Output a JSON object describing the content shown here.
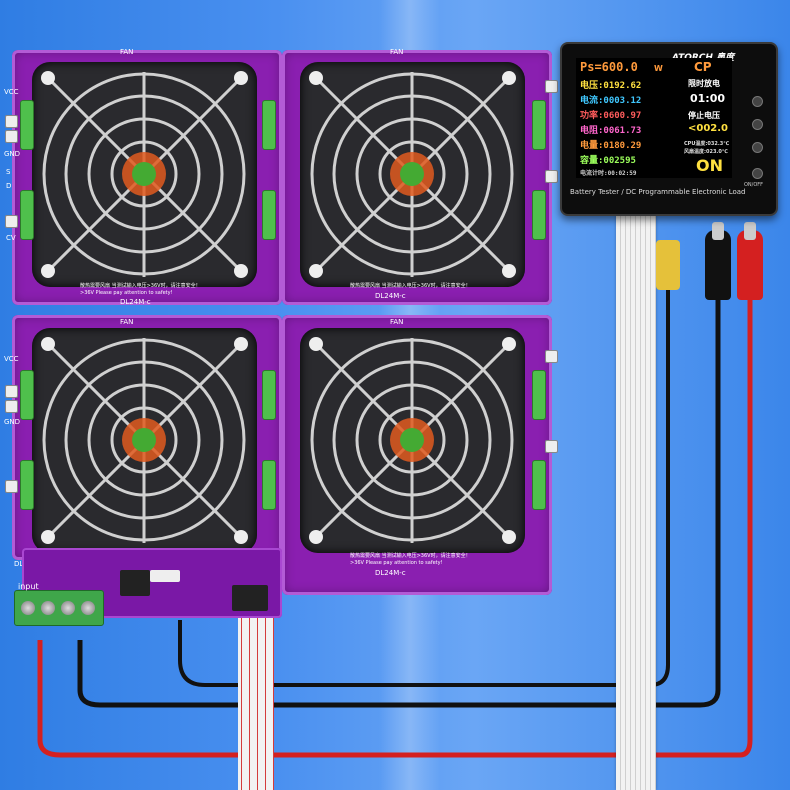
{
  "scene": {
    "title": "DC Electronic Load Modules with Meter"
  },
  "meter": {
    "brand": "ATORCH 奥度",
    "ps": "Ps=600.0",
    "ps_unit": "W",
    "mode": "CP",
    "voltage": "电压:0192.62",
    "current": "电流:0003.12",
    "power": "功率:0600.97",
    "resistance": "电阻:0061.73",
    "energy": "电量:0180.29",
    "capacity": "容量:002595",
    "timer_label": "限时放电",
    "timer_value": "01:00",
    "cutoff_label": "停止电压",
    "cutoff_value": "<002.0",
    "cpu_temp": "CPU温度:032.3℃",
    "fan_temp": "风扇温度:023.0℃",
    "state": "ON",
    "runtime": "电流计时:00:02:59",
    "caption": "Battery Tester / DC Programmable Electronic Load",
    "onoff_label": "ON/OFF"
  },
  "boards": {
    "label": "DL24M-c",
    "warning": "散热需要风扇 当测试输入电压>36V时，请注意安全！",
    "warning_en": ">36V Please pay attention to safety!",
    "pins": [
      "VCC",
      "GND",
      "FAN",
      "S",
      "D",
      "CV"
    ]
  },
  "controller": {
    "input_label": "input"
  },
  "colors": {
    "pcb": "#8a1fb0",
    "background": "#3b86ea",
    "wire_red": "#d42020",
    "wire_black": "#111111"
  }
}
